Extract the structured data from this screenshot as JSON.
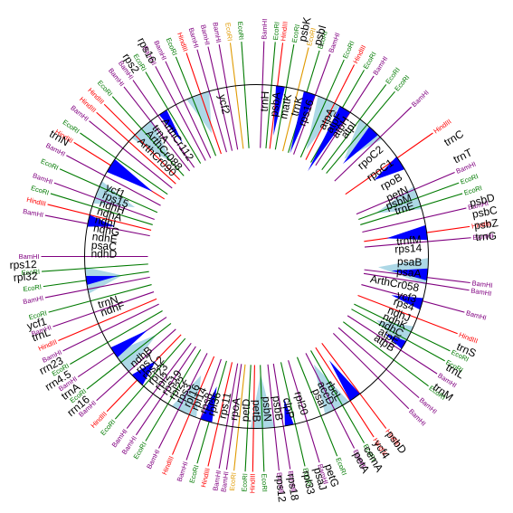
{
  "colors": {
    "EcoRI": "#007a00",
    "BamHI": "#800080",
    "HindIII": "#ff0000",
    "other": "#e09a00",
    "circle": "#000000",
    "cover_fill": "#add8e6",
    "peak_fill": "#0000ff",
    "gene_text": "#000000"
  },
  "sites": [
    {
      "enzyme": "BamHI",
      "label": "BamHI",
      "angle": 2
    },
    {
      "enzyme": "EcoRI",
      "label": "EcoRI",
      "angle": 5
    },
    {
      "enzyme": "HindIII",
      "label": "HindIII",
      "angle": 7
    },
    {
      "enzyme": "EcoRI",
      "label": "EcoRI",
      "angle": 10
    },
    {
      "enzyme": "other",
      "label": "EcoRI",
      "angle": 14
    },
    {
      "enzyme": "EcoRI",
      "label": "EcoRI",
      "angle": 17
    },
    {
      "enzyme": "BamHI",
      "label": "BamHI",
      "angle": 20
    },
    {
      "enzyme": "EcoRI",
      "label": "EcoRI",
      "angle": 24
    },
    {
      "enzyme": "HindIII",
      "label": "HindIII",
      "angle": 27
    },
    {
      "enzyme": "EcoRI",
      "label": "EcoRI",
      "angle": 30
    },
    {
      "enzyme": "BamHI",
      "label": "BamHI",
      "angle": 33
    },
    {
      "enzyme": "EcoRI",
      "label": "EcoRI",
      "angle": 37
    },
    {
      "enzyme": "EcoRI",
      "label": "EcoRI",
      "angle": 40
    },
    {
      "enzyme": "BamHI",
      "label": "BamHI",
      "angle": 46
    },
    {
      "enzyme": "HindIII",
      "label": "HindIII",
      "angle": 55
    },
    {
      "enzyme": "BamHI",
      "label": "BamHI",
      "angle": 67
    },
    {
      "enzyme": "EcoRI",
      "label": "EcoRI",
      "angle": 70
    },
    {
      "enzyme": "EcoRI",
      "label": "EcoRI",
      "angle": 73
    },
    {
      "enzyme": "BamHI",
      "label": "BamHI",
      "angle": 77
    },
    {
      "enzyme": "HindIII",
      "label": "HindIII",
      "angle": 82
    },
    {
      "enzyme": "BamHI",
      "label": "BamHI",
      "angle": 85
    },
    {
      "enzyme": "BamHI",
      "label": "BamHI",
      "angle": 97
    },
    {
      "enzyme": "BamHI",
      "label": "BamHI",
      "angle": 99
    },
    {
      "enzyme": "BamHI",
      "label": "BamHI",
      "angle": 105
    },
    {
      "enzyme": "HindIII",
      "label": "HindIII",
      "angle": 111
    },
    {
      "enzyme": "EcoRI",
      "label": "EcoRI",
      "angle": 116
    },
    {
      "enzyme": "EcoRI",
      "label": "EcoRI",
      "angle": 119
    },
    {
      "enzyme": "BamHI",
      "label": "BamHI",
      "angle": 123
    },
    {
      "enzyme": "EcoRI",
      "label": "EcoRI",
      "angle": 127
    },
    {
      "enzyme": "BamHI",
      "label": "BamHI",
      "angle": 131
    },
    {
      "enzyme": "BamHI",
      "label": "BamHI",
      "angle": 135
    },
    {
      "enzyme": "HindIII",
      "label": "HindIII",
      "angle": 143
    },
    {
      "enzyme": "HindIII",
      "label": "HindIII",
      "angle": 147
    },
    {
      "enzyme": "EcoRI",
      "label": "EcoRI",
      "angle": 150
    },
    {
      "enzyme": "BamHI",
      "label": "BamHI",
      "angle": 153
    },
    {
      "enzyme": "EcoRI",
      "label": "EcoRI",
      "angle": 158
    },
    {
      "enzyme": "BamHI",
      "label": "BamHI",
      "angle": 163
    },
    {
      "enzyme": "EcoRI",
      "label": "EcoRI",
      "angle": 167
    },
    {
      "enzyme": "BamHI",
      "label": "BamHI",
      "angle": 171
    },
    {
      "enzyme": "BamHI",
      "label": "BamHI",
      "angle": 174
    },
    {
      "enzyme": "EcoRI",
      "label": "EcoRI",
      "angle": 178
    },
    {
      "enzyme": "HindIII",
      "label": "HindIII",
      "angle": 181
    },
    {
      "enzyme": "EcoRI",
      "label": "EcoRI",
      "angle": 183
    },
    {
      "enzyme": "other",
      "label": "EcoRI",
      "angle": 186
    },
    {
      "enzyme": "BamHI",
      "label": "BamHI",
      "angle": 188
    },
    {
      "enzyme": "BamHI",
      "label": "BamHI",
      "angle": 190
    },
    {
      "enzyme": "HindIII",
      "label": "HindIII",
      "angle": 193
    },
    {
      "enzyme": "EcoRI",
      "label": "EcoRI",
      "angle": 196
    },
    {
      "enzyme": "BamHI",
      "label": "BamHI",
      "angle": 199
    },
    {
      "enzyme": "HindIII",
      "label": "HindIII",
      "angle": 203
    },
    {
      "enzyme": "BamHI",
      "label": "BamHI",
      "angle": 207
    },
    {
      "enzyme": "EcoRI",
      "label": "EcoRI",
      "angle": 211
    },
    {
      "enzyme": "BamHI",
      "label": "BamHI",
      "angle": 214
    },
    {
      "enzyme": "BamHI",
      "label": "BamHI",
      "angle": 217
    },
    {
      "enzyme": "EcoRI",
      "label": "EcoRI",
      "angle": 221
    },
    {
      "enzyme": "HindIII",
      "label": "HindIII",
      "angle": 224
    },
    {
      "enzyme": "BamHI",
      "label": "BamHI",
      "angle": 228
    },
    {
      "enzyme": "EcoRI",
      "label": "EcoRI",
      "angle": 232
    },
    {
      "enzyme": "BamHI",
      "label": "BamHI",
      "angle": 236
    },
    {
      "enzyme": "EcoRI",
      "label": "EcoRI",
      "angle": 240
    },
    {
      "enzyme": "BamHI",
      "label": "BamHI",
      "angle": 244
    },
    {
      "enzyme": "HindIII",
      "label": "HindIII",
      "angle": 247
    },
    {
      "enzyme": "BamHI",
      "label": "BamHI",
      "angle": 251
    },
    {
      "enzyme": "EcoRI",
      "label": "EcoRI",
      "angle": 255
    },
    {
      "enzyme": "BamHI",
      "label": "BamHI",
      "angle": 259
    },
    {
      "enzyme": "EcoRI",
      "label": "EcoRI",
      "angle": 262
    },
    {
      "enzyme": "EcoRI",
      "label": "EcoRI",
      "angle": 266
    },
    {
      "enzyme": "BamHI",
      "label": "BamHI",
      "angle": 270
    },
    {
      "enzyme": "BamHI",
      "label": "BamHI",
      "angle": 281
    },
    {
      "enzyme": "HindIII",
      "label": "HindIII",
      "angle": 284
    },
    {
      "enzyme": "EcoRI",
      "label": "EcoRI",
      "angle": 287
    },
    {
      "enzyme": "BamHI",
      "label": "BamHI",
      "angle": 290
    },
    {
      "enzyme": "EcoRI",
      "label": "EcoRI",
      "angle": 294
    },
    {
      "enzyme": "BamHI",
      "label": "BamHI",
      "angle": 298
    },
    {
      "enzyme": "HindIII",
      "label": "HindIII",
      "angle": 302
    },
    {
      "enzyme": "EcoRI",
      "label": "EcoRI",
      "angle": 305
    },
    {
      "enzyme": "BamHI",
      "label": "BamHI",
      "angle": 309
    },
    {
      "enzyme": "HindIII",
      "label": "HindIII",
      "angle": 312
    },
    {
      "enzyme": "HindIII",
      "label": "HindIII",
      "angle": 315
    },
    {
      "enzyme": "EcoRI",
      "label": "EcoRI",
      "angle": 318
    },
    {
      "enzyme": "BamHI",
      "label": "BamHI",
      "angle": 322
    },
    {
      "enzyme": "BamHI",
      "label": "BamHI",
      "angle": 325
    },
    {
      "enzyme": "EcoRI",
      "label": "EcoRI",
      "angle": 329
    },
    {
      "enzyme": "BamHI",
      "label": "BamHI",
      "angle": 332
    },
    {
      "enzyme": "BamHI",
      "label": "BamHI",
      "angle": 335
    },
    {
      "enzyme": "EcoRI",
      "label": "EcoRI",
      "angle": 338
    },
    {
      "enzyme": "HindIII",
      "label": "HindIII",
      "angle": 341
    },
    {
      "enzyme": "BamHI",
      "label": "BamHI",
      "angle": 344
    },
    {
      "enzyme": "BamHI",
      "label": "BamHI",
      "angle": 347
    },
    {
      "enzyme": "BamHI",
      "label": "BamHI",
      "angle": 350
    },
    {
      "enzyme": "other",
      "label": "EcoRI",
      "angle": 353
    },
    {
      "enzyme": "EcoRI",
      "label": "EcoRI",
      "angle": 356
    }
  ],
  "genes": [
    {
      "label": "psbK",
      "angle": 12,
      "ring": "outer"
    },
    {
      "label": "psbI",
      "angle": 16,
      "ring": "outer"
    },
    {
      "label": "rps2",
      "angle": 327,
      "ring": "outer"
    },
    {
      "label": "rps16",
      "angle": 332,
      "ring": "outer"
    },
    {
      "label": "trnN",
      "angle": 301,
      "ring": "outer"
    },
    {
      "label": "rps12",
      "angle": 268,
      "ring": "outer"
    },
    {
      "label": "rpl32",
      "angle": 265,
      "ring": "outer"
    },
    {
      "label": "ycf1",
      "angle": 253,
      "ring": "outer"
    },
    {
      "label": "trnL",
      "angle": 250,
      "ring": "outer"
    },
    {
      "label": "rrn23",
      "angle": 242,
      "ring": "outer"
    },
    {
      "label": "rrn4.5",
      "angle": 238,
      "ring": "outer"
    },
    {
      "label": "trnA",
      "angle": 234,
      "ring": "outer"
    },
    {
      "label": "rrn16",
      "angle": 230,
      "ring": "outer"
    },
    {
      "label": "psbD",
      "angle": 76,
      "ring": "outer"
    },
    {
      "label": "psbC",
      "angle": 79,
      "ring": "outer"
    },
    {
      "label": "psbZ",
      "angle": 82,
      "ring": "outer"
    },
    {
      "label": "trnG",
      "angle": 85,
      "ring": "outer"
    },
    {
      "label": "trnC",
      "angle": 59,
      "ring": "outer"
    },
    {
      "label": "trnT",
      "angle": 64,
      "ring": "outer"
    },
    {
      "label": "trnS",
      "angle": 114,
      "ring": "outer"
    },
    {
      "label": "trnL",
      "angle": 120,
      "ring": "outer"
    },
    {
      "label": "trnM",
      "angle": 126,
      "ring": "outer"
    },
    {
      "label": "psbD",
      "angle": 143,
      "ring": "outer"
    },
    {
      "label": "ycf4",
      "angle": 147,
      "ring": "outer"
    },
    {
      "label": "cemA",
      "angle": 150,
      "ring": "outer"
    },
    {
      "label": "petA",
      "angle": 153,
      "ring": "outer"
    },
    {
      "label": "petG",
      "angle": 161,
      "ring": "outer"
    },
    {
      "label": "psaJ",
      "angle": 164,
      "ring": "outer"
    },
    {
      "label": "rpl33",
      "angle": 167,
      "ring": "outer"
    },
    {
      "label": "rps18",
      "angle": 171,
      "ring": "outer"
    },
    {
      "label": "rps12",
      "angle": 174,
      "ring": "outer"
    },
    {
      "label": "ycf2",
      "angle": 348,
      "ring": "inner"
    },
    {
      "label": "trnH",
      "angle": 3,
      "ring": "inner"
    },
    {
      "label": "psbA",
      "angle": 7,
      "ring": "inner"
    },
    {
      "label": "matK",
      "angle": 11,
      "ring": "inner"
    },
    {
      "label": "trnK",
      "angle": 15,
      "ring": "inner"
    },
    {
      "label": "rps16",
      "angle": 19,
      "ring": "inner"
    },
    {
      "label": "atpA",
      "angle": 27,
      "ring": "inner"
    },
    {
      "label": "atpF",
      "angle": 30,
      "ring": "inner"
    },
    {
      "label": "atpH",
      "angle": 33,
      "ring": "inner"
    },
    {
      "label": "atpI",
      "angle": 36,
      "ring": "inner"
    },
    {
      "label": "rpoC2",
      "angle": 49,
      "ring": "inner"
    },
    {
      "label": "rpoC1",
      "angle": 55,
      "ring": "inner"
    },
    {
      "label": "rpoB",
      "angle": 61,
      "ring": "inner"
    },
    {
      "label": "petN",
      "angle": 66,
      "ring": "inner"
    },
    {
      "label": "psbM",
      "angle": 69,
      "ring": "inner"
    },
    {
      "label": "trnE",
      "angle": 72,
      "ring": "inner"
    },
    {
      "label": "trnfM",
      "angle": 84,
      "ring": "inner"
    },
    {
      "label": "rps14",
      "angle": 87,
      "ring": "inner"
    },
    {
      "label": "psaB",
      "angle": 92,
      "ring": "inner"
    },
    {
      "label": "psaA",
      "angle": 96,
      "ring": "inner"
    },
    {
      "label": "ArthCr058",
      "angle": 101,
      "ring": "inner"
    },
    {
      "label": "ycf3",
      "angle": 105,
      "ring": "inner"
    },
    {
      "label": "rps4",
      "angle": 108,
      "ring": "inner"
    },
    {
      "label": "ndhJ",
      "angle": 112,
      "ring": "inner"
    },
    {
      "label": "ndhK",
      "angle": 115,
      "ring": "inner"
    },
    {
      "label": "ndhC",
      "angle": 118,
      "ring": "inner"
    },
    {
      "label": "atpE",
      "angle": 121,
      "ring": "inner"
    },
    {
      "label": "atpB",
      "angle": 124,
      "ring": "inner"
    },
    {
      "label": "rbcL",
      "angle": 150,
      "ring": "inner"
    },
    {
      "label": "accD",
      "angle": 153,
      "ring": "inner"
    },
    {
      "label": "psaI",
      "angle": 156,
      "ring": "inner"
    },
    {
      "label": "rpl20",
      "angle": 163,
      "ring": "inner"
    },
    {
      "label": "clpP",
      "angle": 168,
      "ring": "inner"
    },
    {
      "label": "psbB",
      "angle": 172,
      "ring": "inner"
    },
    {
      "label": "psbN",
      "angle": 176,
      "ring": "inner"
    },
    {
      "label": "petB",
      "angle": 180,
      "ring": "inner"
    },
    {
      "label": "petD",
      "angle": 184,
      "ring": "inner"
    },
    {
      "label": "rpoA",
      "angle": 188,
      "ring": "inner"
    },
    {
      "label": "rps11",
      "angle": 192,
      "ring": "inner"
    },
    {
      "label": "rpl36",
      "angle": 196,
      "ring": "inner"
    },
    {
      "label": "rps8",
      "angle": 199,
      "ring": "inner"
    },
    {
      "label": "rpl14",
      "angle": 202,
      "ring": "inner"
    },
    {
      "label": "rpl16",
      "angle": 205,
      "ring": "inner"
    },
    {
      "label": "rps3",
      "angle": 208,
      "ring": "inner"
    },
    {
      "label": "rpl22",
      "angle": 211,
      "ring": "inner"
    },
    {
      "label": "rps19",
      "angle": 214,
      "ring": "inner"
    },
    {
      "label": "rpl2",
      "angle": 217,
      "ring": "inner"
    },
    {
      "label": "rpl23",
      "angle": 220,
      "ring": "inner"
    },
    {
      "label": "rps12",
      "angle": 223,
      "ring": "inner"
    },
    {
      "label": "rps7",
      "angle": 226,
      "ring": "inner"
    },
    {
      "label": "ndhB",
      "angle": 229,
      "ring": "inner"
    },
    {
      "label": "ndhF",
      "angle": 250,
      "ring": "inner"
    },
    {
      "label": "trnN",
      "angle": 253,
      "ring": "inner"
    },
    {
      "label": "ndhD",
      "angle": 271,
      "ring": "inner"
    },
    {
      "label": "psaC",
      "angle": 274,
      "ring": "inner"
    },
    {
      "label": "ndhE",
      "angle": 277,
      "ring": "inner"
    },
    {
      "label": "ndhG",
      "angle": 280,
      "ring": "inner"
    },
    {
      "label": "ndhI",
      "angle": 283,
      "ring": "inner"
    },
    {
      "label": "ndhA",
      "angle": 286,
      "ring": "inner"
    },
    {
      "label": "ndhH",
      "angle": 289,
      "ring": "inner"
    },
    {
      "label": "rps15",
      "angle": 292,
      "ring": "inner"
    },
    {
      "label": "ycf1",
      "angle": 295,
      "ring": "inner"
    },
    {
      "label": "ArthCr090",
      "angle": 315,
      "ring": "inner"
    },
    {
      "label": "ArthCr088",
      "angle": 319,
      "ring": "inner"
    },
    {
      "label": "trnA",
      "angle": 322,
      "ring": "inner"
    },
    {
      "label": "ArthCr112",
      "angle": 326,
      "ring": "inner"
    }
  ],
  "peaks": [
    {
      "angle": 8,
      "width": 3,
      "length": 55
    },
    {
      "angle": 18,
      "width": 4,
      "length": 70
    },
    {
      "angle": 31,
      "width": 4,
      "length": 80
    },
    {
      "angle": 43,
      "width": 4,
      "length": 50
    },
    {
      "angle": 57,
      "width": 5,
      "length": 35
    },
    {
      "angle": 82,
      "width": 5,
      "length": 45
    },
    {
      "angle": 96,
      "width": 4,
      "length": 40
    },
    {
      "angle": 106,
      "width": 4,
      "length": 35
    },
    {
      "angle": 121,
      "width": 3,
      "length": 25
    },
    {
      "angle": 145,
      "width": 4,
      "length": 50
    },
    {
      "angle": 169,
      "width": 3,
      "length": 30
    },
    {
      "angle": 197,
      "width": 4,
      "length": 40
    },
    {
      "angle": 224,
      "width": 5,
      "length": 30
    },
    {
      "angle": 236,
      "width": 4,
      "length": 45
    },
    {
      "angle": 262,
      "width": 3,
      "length": 35
    },
    {
      "angle": 282,
      "width": 4,
      "length": 30
    },
    {
      "angle": 302,
      "width": 5,
      "length": 55
    },
    {
      "angle": 327,
      "width": 3,
      "length": 40
    }
  ],
  "cover": [
    {
      "angle": 25,
      "width": 8,
      "length": 60
    },
    {
      "angle": 42,
      "width": 10,
      "length": 45
    },
    {
      "angle": 70,
      "width": 8,
      "length": 50
    },
    {
      "angle": 95,
      "width": 9,
      "length": 55
    },
    {
      "angle": 118,
      "width": 8,
      "length": 40
    },
    {
      "angle": 152,
      "width": 9,
      "length": 55
    },
    {
      "angle": 178,
      "width": 8,
      "length": 60
    },
    {
      "angle": 205,
      "width": 9,
      "length": 45
    },
    {
      "angle": 232,
      "width": 8,
      "length": 50
    },
    {
      "angle": 262,
      "width": 9,
      "length": 40
    },
    {
      "angle": 292,
      "width": 8,
      "length": 45
    },
    {
      "angle": 318,
      "width": 9,
      "length": 50
    },
    {
      "angle": 340,
      "width": 8,
      "length": 45
    }
  ]
}
